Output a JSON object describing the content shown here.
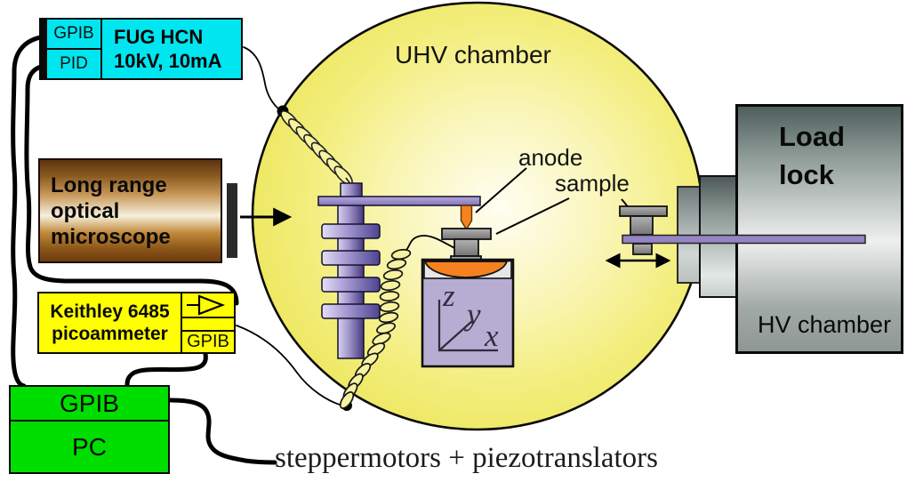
{
  "fug": {
    "port_gpib": "GPIB",
    "port_pid": "PID",
    "name": "FUG HCN",
    "spec": "10kV, 10mA"
  },
  "microscope": {
    "line1": "Long range",
    "line2": "optical",
    "line3": "microscope"
  },
  "keithley": {
    "line1": "Keithley 6485",
    "line2": "picoammeter",
    "port": "GPIB"
  },
  "pc": {
    "interface": "GPIB",
    "name": "PC"
  },
  "chamber": {
    "label": "UHV chamber",
    "anode": "anode",
    "sample": "sample",
    "axis_z": "z",
    "axis_y": "y",
    "axis_x": "x"
  },
  "load_lock": {
    "title": "Load\nlock",
    "chamber": "HV chamber"
  },
  "caption": {
    "text": "steppermotors + piezotranslators"
  },
  "colors": {
    "fug_cyan": "#00e6f0",
    "keithley_yellow": "#ffff00",
    "pc_green": "#00de00",
    "chamber_yellow": "#f3ee7e",
    "anode_orange": "#f5821f",
    "stage_lavender": "#b7add3",
    "manipulator_purple": "#9486c4",
    "loadlock_gray": "#8d9a96",
    "microscope_brown": "#8a5a20"
  }
}
